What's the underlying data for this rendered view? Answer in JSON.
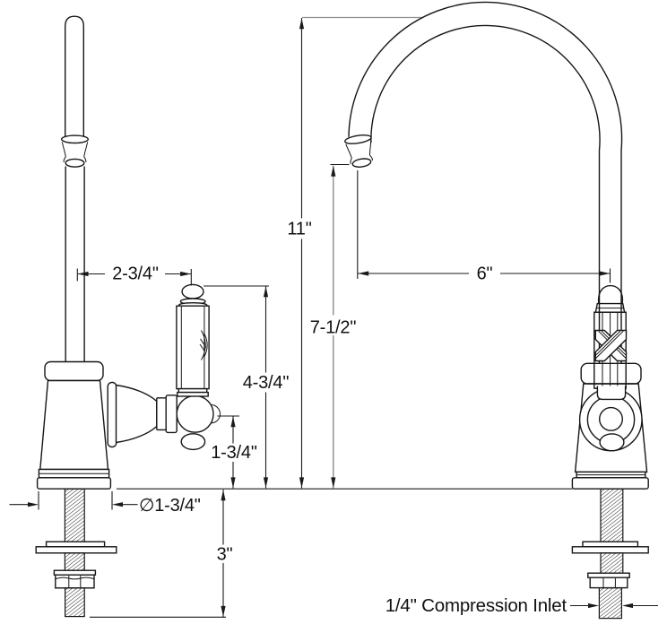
{
  "drawing": {
    "kind": "faucet-dimensional-drawing",
    "background": "#ffffff",
    "line_color": "#161616",
    "dimension_color": "#1a1a1a",
    "reference_line_color": "#8f8f8f"
  },
  "dimensions": {
    "spout_offset": {
      "label": "2-3/4\""
    },
    "handle_height": {
      "label": "4-3/4\""
    },
    "handle_pivot_height": {
      "label": "1-3/4\""
    },
    "base_diameter": {
      "label": "∅1-3/4\""
    },
    "shank_length": {
      "label": "3\""
    },
    "overall_height": {
      "label": "11\""
    },
    "spout_height": {
      "label": "7-1/2\""
    },
    "spout_reach": {
      "label": "6\""
    },
    "inlet_note": {
      "label": "1/4\" Compression Inlet"
    }
  }
}
